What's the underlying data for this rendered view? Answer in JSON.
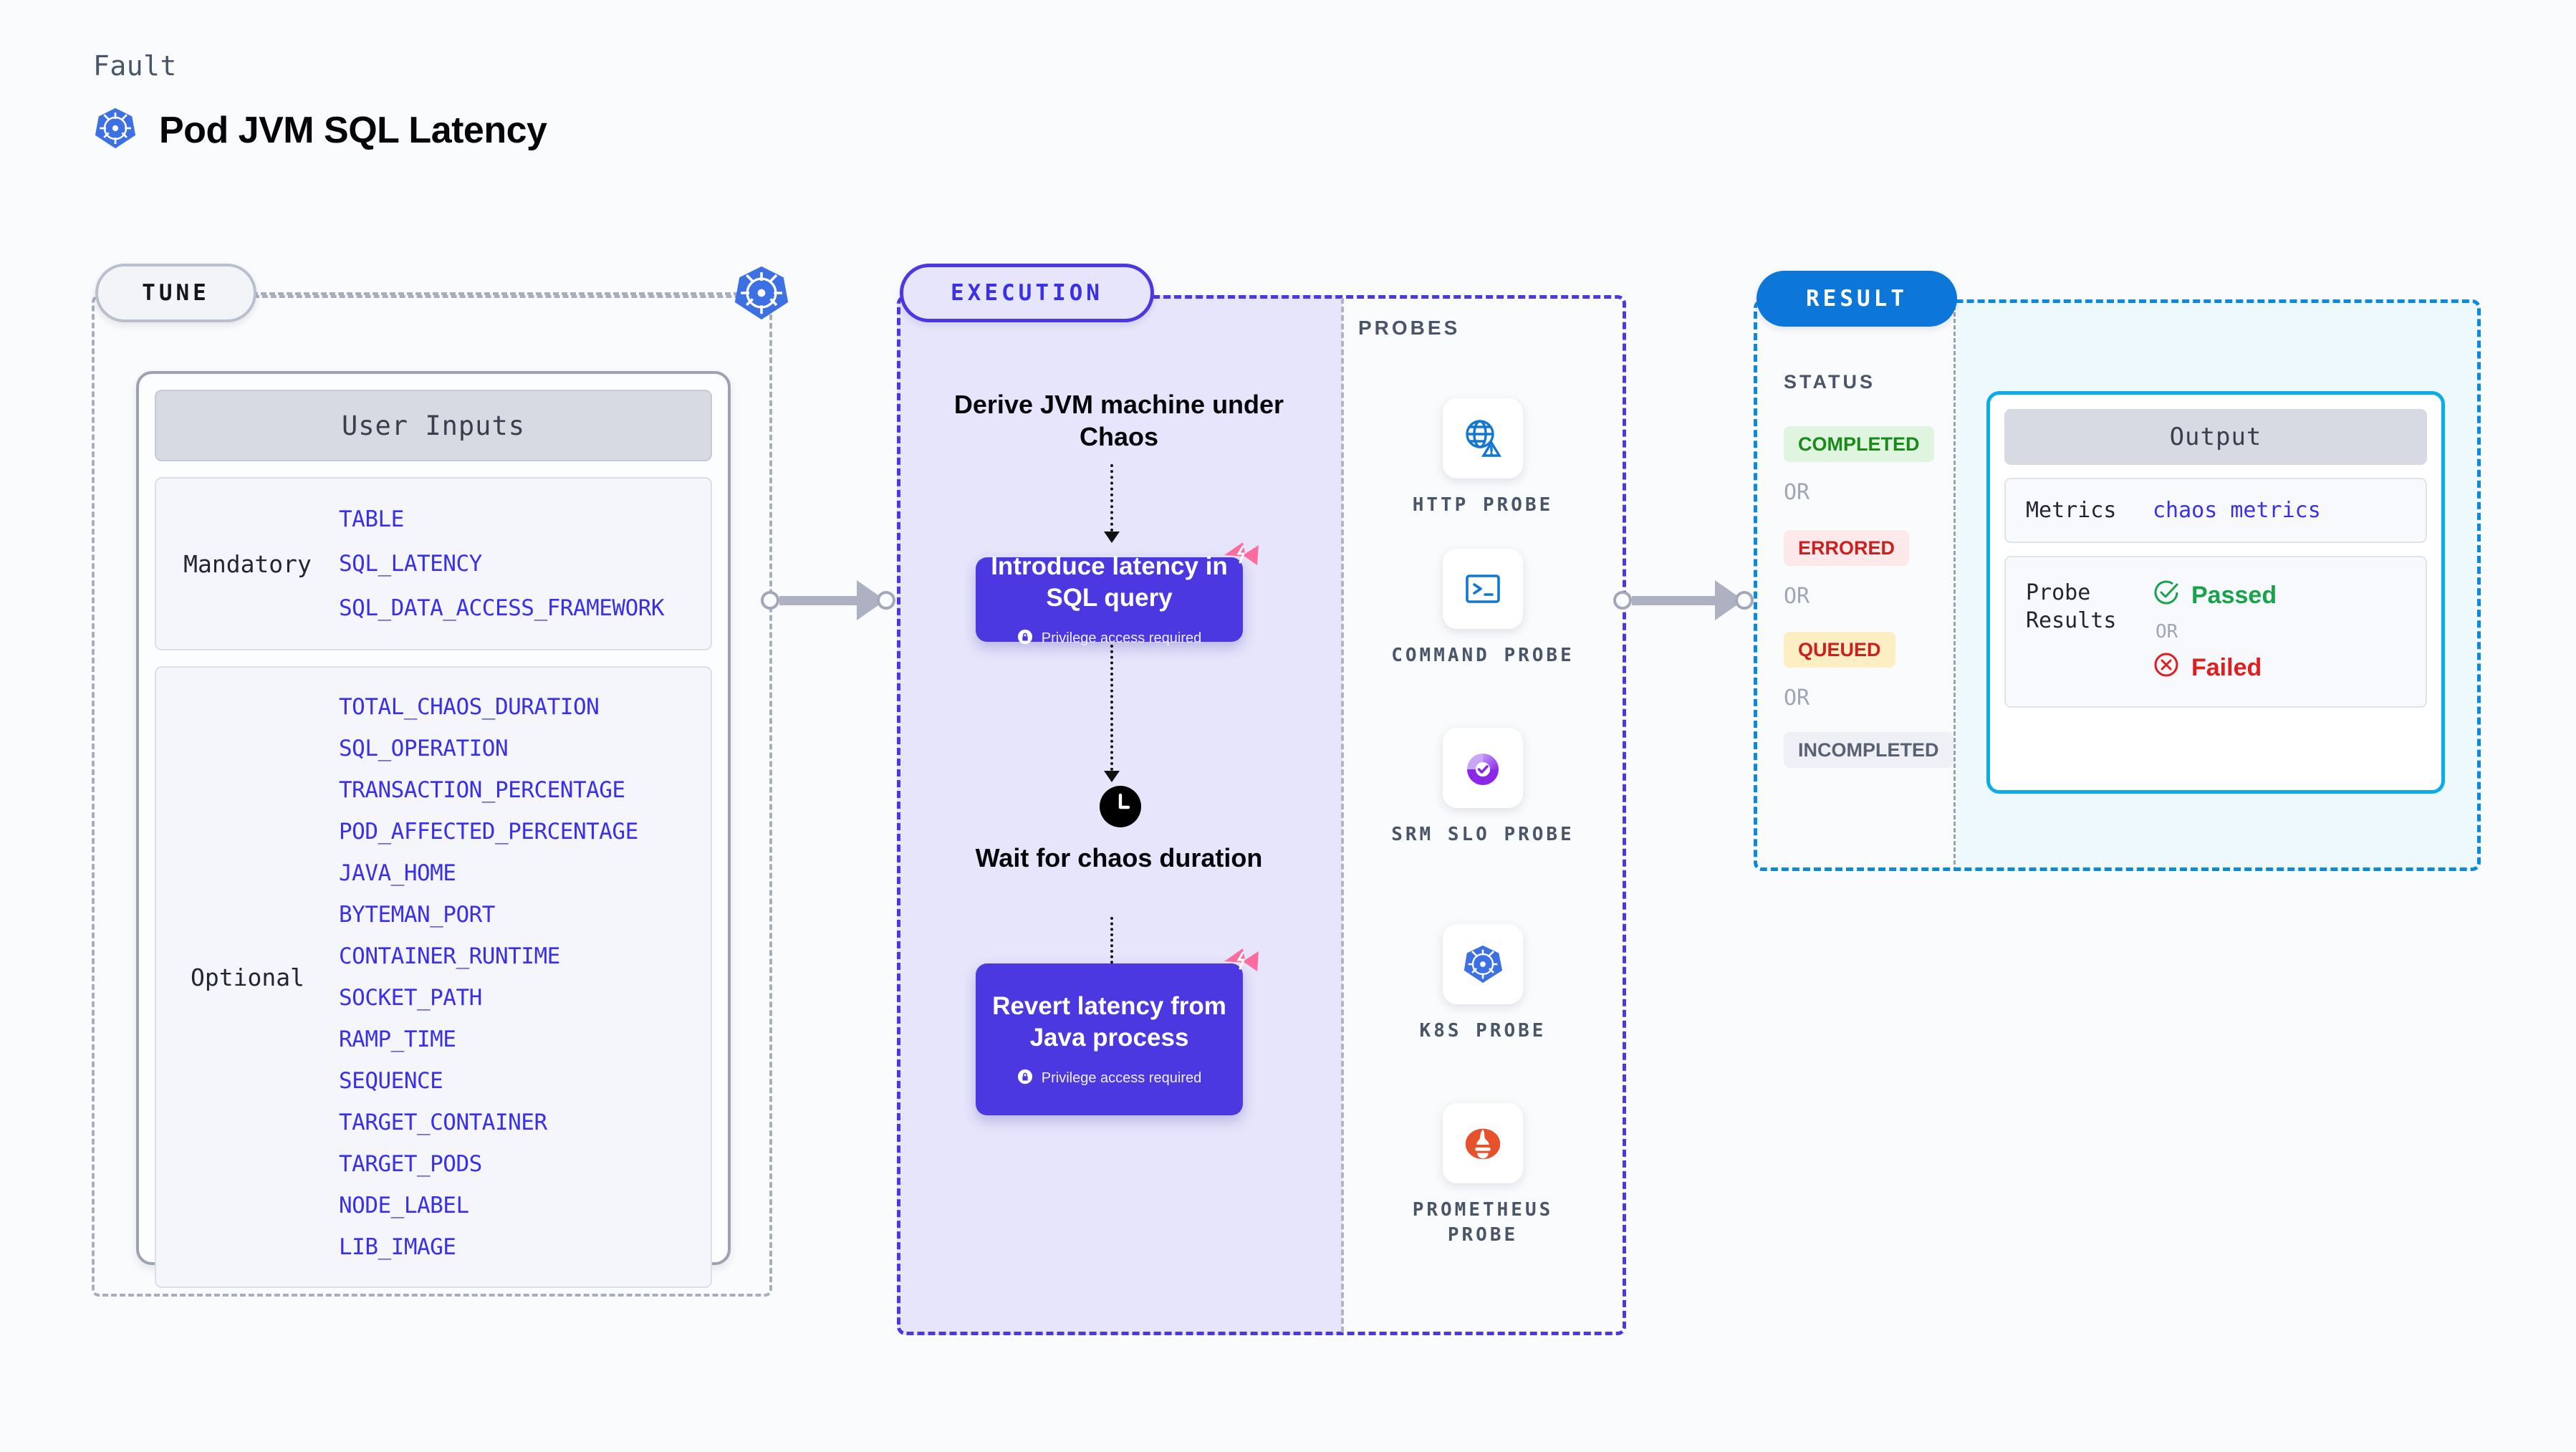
{
  "header": {
    "eyebrow": "Fault",
    "title": "Pod JVM SQL Latency",
    "icon": "kubernetes-icon"
  },
  "tune": {
    "pill_label": "TUNE",
    "k8s_icon": "kubernetes-icon",
    "card_title": "User Inputs",
    "groups": [
      {
        "label": "Mandatory",
        "params": [
          "TABLE",
          "SQL_LATENCY",
          "SQL_DATA_ACCESS_FRAMEWORK"
        ]
      },
      {
        "label": "Optional",
        "params": [
          "TOTAL_CHAOS_DURATION",
          "SQL_OPERATION",
          "TRANSACTION_PERCENTAGE",
          "POD_AFFECTED_PERCENTAGE",
          "JAVA_HOME",
          "BYTEMAN_PORT",
          "CONTAINER_RUNTIME",
          "SOCKET_PATH",
          "RAMP_TIME",
          "SEQUENCE",
          "TARGET_CONTAINER",
          "TARGET_PODS",
          "NODE_LABEL",
          "LIB_IMAGE"
        ]
      }
    ]
  },
  "execution": {
    "pill_label": "EXECUTION",
    "derive_step": "Derive JVM machine under Chaos",
    "inject_step": {
      "title": "Introduce latency in SQL query",
      "privilege": "Privilege access required",
      "badge": "harness-logo-icon",
      "lock_icon": "lock-icon"
    },
    "wait_step": {
      "label": "Wait for chaos duration",
      "icon": "clock-icon"
    },
    "revert_step": {
      "title": "Revert latency from Java process",
      "privilege": "Privilege access required",
      "badge": "harness-logo-icon",
      "lock_icon": "lock-icon"
    }
  },
  "probes": {
    "section_label": "PROBES",
    "items": [
      {
        "name": "HTTP PROBE",
        "icon": "globe-warning-icon"
      },
      {
        "name": "COMMAND PROBE",
        "icon": "terminal-icon"
      },
      {
        "name": "SRM SLO PROBE",
        "icon": "srm-slo-icon"
      },
      {
        "name": "K8S PROBE",
        "icon": "kubernetes-icon"
      },
      {
        "name": "PROMETHEUS PROBE",
        "icon": "prometheus-icon"
      }
    ]
  },
  "result": {
    "pill_label": "RESULT",
    "status_label": "STATUS",
    "or_label": "OR",
    "statuses": [
      {
        "label": "COMPLETED",
        "color": "#1a8a1a",
        "bg": "#dff5df"
      },
      {
        "label": "ERRORED",
        "color": "#cc1f1f",
        "bg": "#fde9e9"
      },
      {
        "label": "QUEUED",
        "color": "#cc1f1f",
        "bg": "#fdefc4"
      },
      {
        "label": "INCOMPLETED",
        "color": "#5a6173",
        "bg": "#eef0f5"
      }
    ],
    "output": {
      "title": "Output",
      "metrics_key": "Metrics",
      "metrics_value": "chaos metrics",
      "probe_key": "Probe Results",
      "passed": "Passed",
      "failed": "Failed",
      "or_label": "OR",
      "passed_icon": "check-circle-icon",
      "failed_icon": "x-circle-icon"
    }
  },
  "colors": {
    "accent_purple": "#4b38e0",
    "accent_blue": "#0c77d8",
    "cyan": "#0cacea",
    "pink": "#fc6c9c"
  }
}
